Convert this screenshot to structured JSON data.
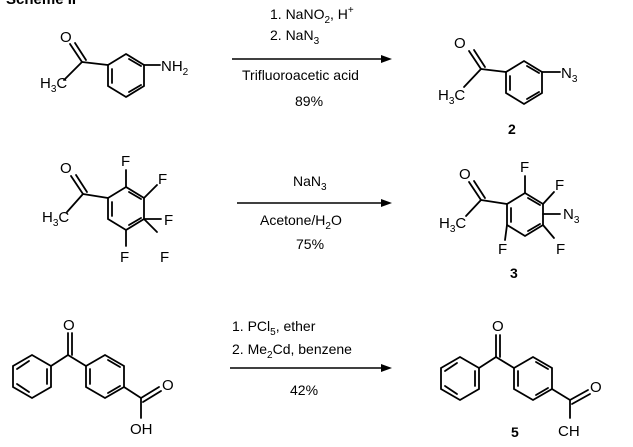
{
  "header_fragment": "Scheme II",
  "reactions": [
    {
      "steps": [
        "1. NaNO",
        "2",
        ", H",
        "+",
        "2. NaN",
        "3"
      ],
      "reagent_line1_a": "1. NaNO",
      "reagent_line1_sub": "2",
      "reagent_line1_b": ", H",
      "reagent_line1_sup": "+",
      "reagent_line2_a": "2. NaN",
      "reagent_line2_sub": "3",
      "solvent": "Trifluoroacetic acid",
      "yield": "89%",
      "product_number": "2"
    },
    {
      "reagent_a": "NaN",
      "reagent_sub": "3",
      "solvent_a": "Acetone/H",
      "solvent_sub": "2",
      "solvent_b": "O",
      "yield": "75%",
      "product_number": "3"
    },
    {
      "reagent_line1_a": "1. PCl",
      "reagent_line1_sub": "5",
      "reagent_line1_b": ", ether",
      "reagent_line2_a": "2. Me",
      "reagent_line2_sub": "2",
      "reagent_line2_b": "Cd, benzene",
      "yield": "42%",
      "product_number": "5"
    }
  ],
  "atoms": {
    "O": "O",
    "F": "F",
    "NH": "NH",
    "NH_sub": "2",
    "N": "N",
    "N_sub": "3",
    "H3C_H": "H",
    "H3C_sub": "3",
    "H3C_C": "C",
    "OH": "OH",
    "CH_trunc": "CH"
  }
}
